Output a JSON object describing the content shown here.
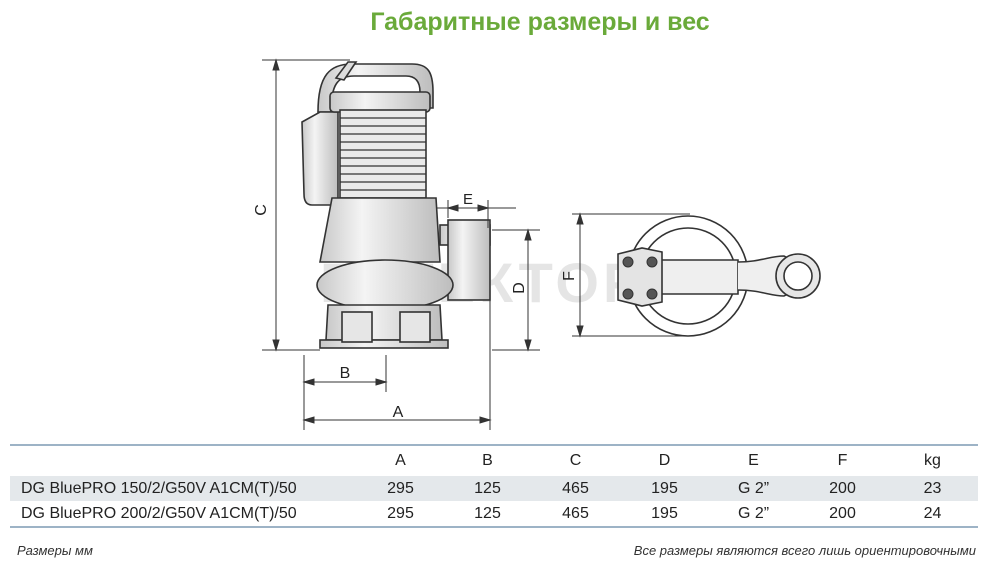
{
  "title": "Габаритные размеры и вес",
  "watermark": "РУТЕКТОР",
  "dimension_labels": {
    "a": "A",
    "b": "B",
    "c": "C",
    "d": "D",
    "e": "E",
    "f": "F"
  },
  "table": {
    "headers": [
      "",
      "A",
      "B",
      "C",
      "D",
      "E",
      "F",
      "kg"
    ],
    "rows": [
      [
        "DG BluePRO 150/2/G50V A1CM(T)/50",
        "295",
        "125",
        "465",
        "195",
        "G 2”",
        "200",
        "23"
      ],
      [
        "DG BluePRO 200/2/G50V A1CM(T)/50",
        "295",
        "125",
        "465",
        "195",
        "G 2”",
        "200",
        "24"
      ]
    ]
  },
  "footer": {
    "left": "Размеры мм",
    "right": "Все размеры являются всего лишь ориентировочными"
  },
  "colors": {
    "title": "#6aaa3a",
    "table_line": "#9db3c6",
    "row_shade": "#e4e8eb"
  }
}
